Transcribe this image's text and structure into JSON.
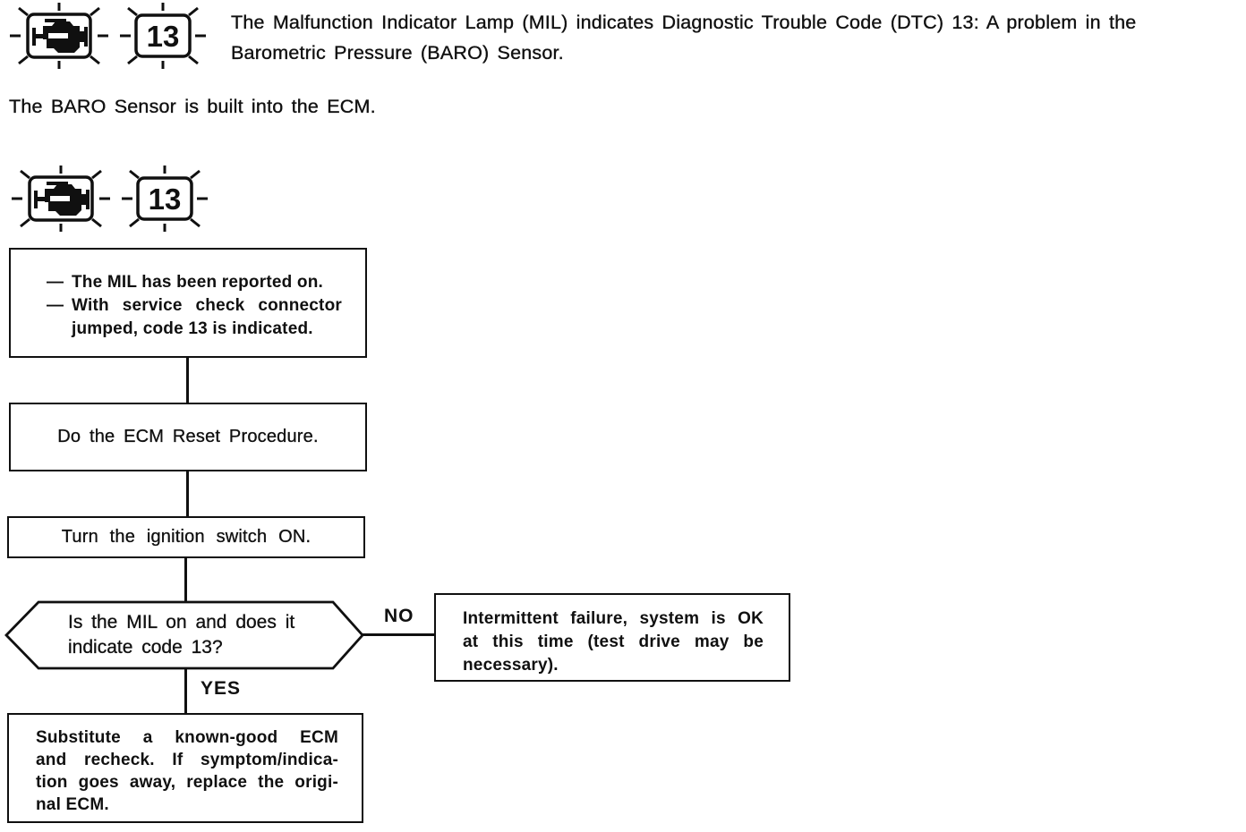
{
  "colors": {
    "ink": "#101010",
    "paper": "#ffffff"
  },
  "header": {
    "mil_icon": "check-engine-lamp-blinking",
    "code_badge": "13",
    "description_line1": "The Malfunction Indicator Lamp (MIL) indicates Diagnostic Trouble Code (DTC) 13: A problem in the",
    "description_line2": "Barometric Pressure (BARO) Sensor.",
    "note": "The BARO Sensor is built into the ECM."
  },
  "flowchart": {
    "code_badge": "13",
    "start_box": {
      "bullet": "—",
      "item1": "The MIL has been reported on.",
      "item2": "With service check connector jumped, code 13 is indicated."
    },
    "step_ecm_reset": "Do the ECM Reset Procedure.",
    "step_ignition": "Turn the ignition switch ON.",
    "decision": {
      "line1": "Is the MIL on and does it",
      "line2": "indicate code 13?",
      "no_label": "NO",
      "yes_label": "YES"
    },
    "no_result": {
      "line1": "Intermittent failure, system is OK",
      "line2": "at this time (test drive may be",
      "line3": "necessary)."
    },
    "yes_result": {
      "line1": "Substitute a known-good ECM",
      "line2": "and recheck. If symptom/indica-",
      "line3": "tion goes away, replace the origi-",
      "line4": "nal ECM."
    }
  }
}
